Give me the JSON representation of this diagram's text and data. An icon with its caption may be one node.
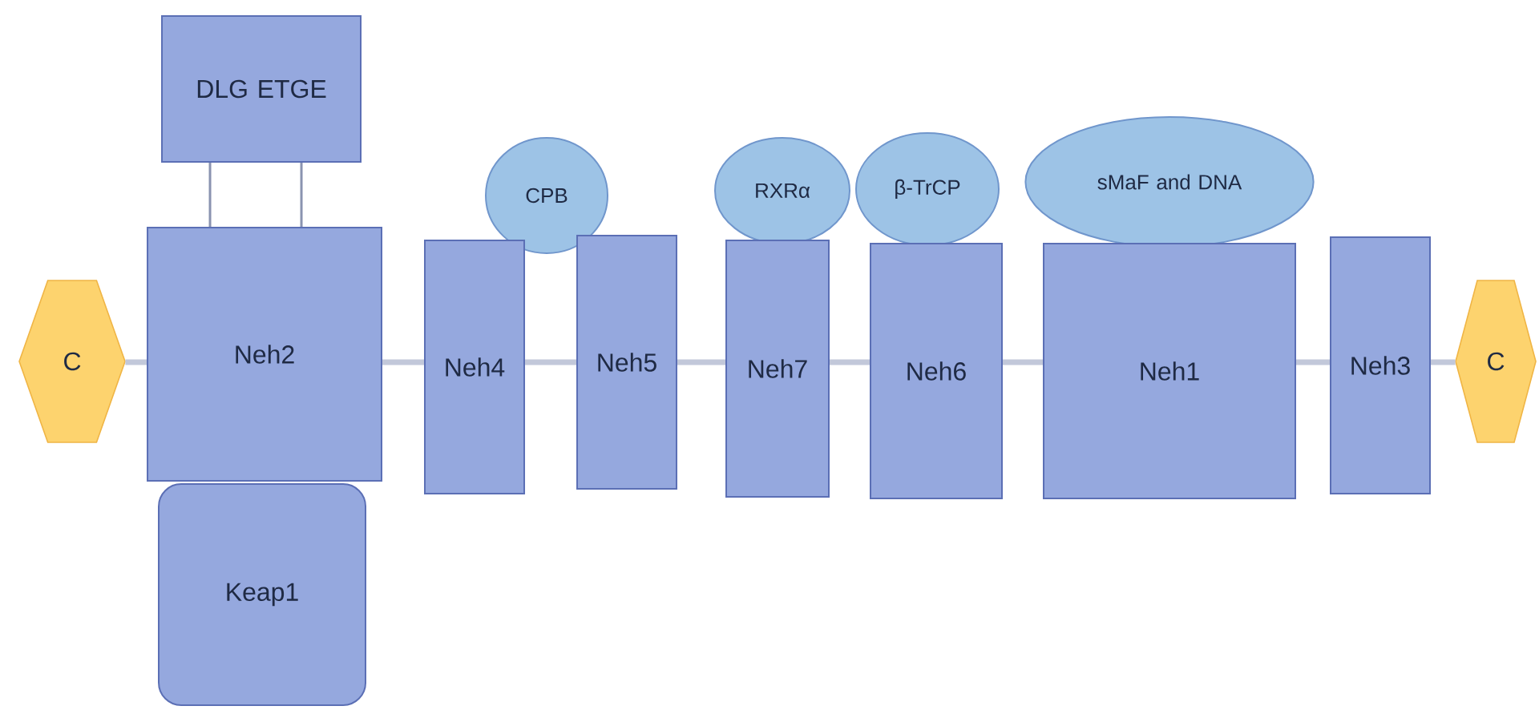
{
  "diagram": {
    "nodes": [
      {
        "text": [
          "C"
        ]
      },
      {
        "text": [
          "DLG ETGE"
        ]
      },
      {
        "text": [
          "Neh2"
        ]
      },
      {
        "text": [
          "Keap1"
        ]
      },
      {
        "text": [
          "Neh4"
        ]
      },
      {
        "text": [
          "CPB"
        ]
      },
      {
        "text": [
          "Neh5"
        ]
      },
      {
        "text": [
          "RXRα"
        ]
      },
      {
        "text": [
          "Neh7"
        ]
      },
      {
        "text": [
          "β-TrCP"
        ]
      },
      {
        "text": [
          "Neh6"
        ]
      },
      {
        "text": [
          "sMaF and DNA"
        ]
      },
      {
        "text": [
          "Neh1"
        ]
      },
      {
        "text": [
          "Neh3"
        ]
      },
      {
        "text": [
          "C"
        ]
      }
    ],
    "edges": [
      {
        "from": 0,
        "to": 2,
        "arrow": "none"
      },
      {
        "from": 1,
        "to": 2,
        "arrow": "none",
        "color": "#8a93b0"
      },
      {
        "from": 1,
        "to": 2,
        "arrow": "none",
        "color": "#8a93b0"
      },
      {
        "from": 2,
        "to": 4,
        "arrow": "none"
      },
      {
        "from": 4,
        "to": 6,
        "arrow": "none"
      },
      {
        "from": 6,
        "to": 8,
        "arrow": "none"
      },
      {
        "from": 8,
        "to": 10,
        "arrow": "none"
      },
      {
        "from": 10,
        "to": 12,
        "arrow": "none"
      },
      {
        "from": 12,
        "to": 13,
        "arrow": "none"
      },
      {
        "from": 13,
        "to": 14,
        "arrow": "none"
      }
    ]
  }
}
